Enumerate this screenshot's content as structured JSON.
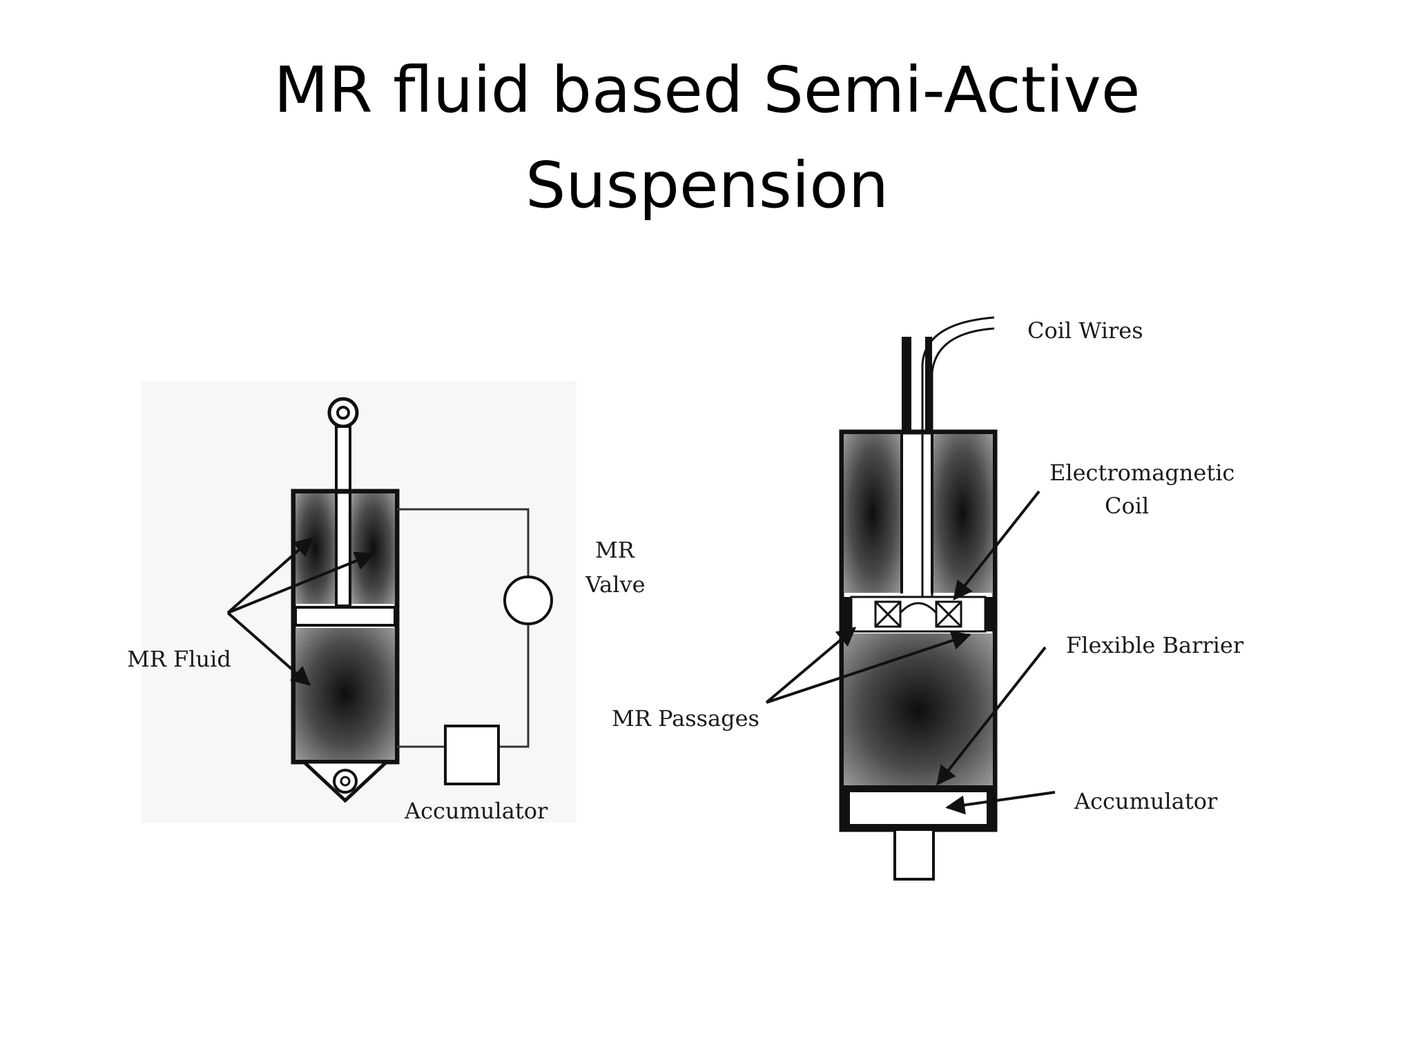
{
  "title": {
    "line1": "MR fluid based Semi-Active",
    "line2": "Suspension"
  },
  "left_diagram": {
    "labels": {
      "mr_fluid": "MR Fluid",
      "mr_valve_line1": "MR",
      "mr_valve_line2": "Valve",
      "accumulator": "Accumulator"
    }
  },
  "right_diagram": {
    "labels": {
      "coil_wires": "Coil Wires",
      "electromagnetic_line1": "Electromagnetic",
      "electromagnetic_line2": "Coil",
      "flexible_barrier": "Flexible Barrier",
      "mr_passages": "MR Passages",
      "accumulator": "Accumulator"
    }
  },
  "colors": {
    "fluid_center": "#0d0d0d",
    "fluid_edge": "#8a8a8a",
    "outline": "#111111"
  }
}
